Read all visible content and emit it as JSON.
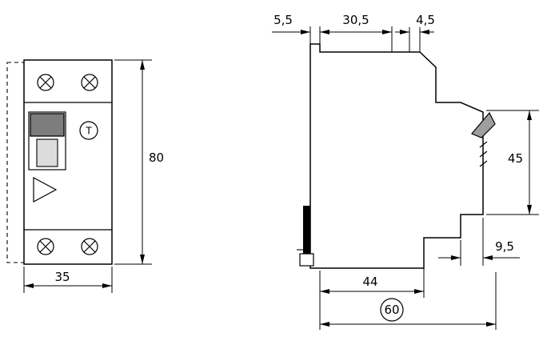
{
  "drawing": {
    "kind": "technical-dimension-drawing",
    "views": [
      "front-view",
      "side-view"
    ],
    "unit": "mm"
  },
  "labels": {
    "test_button": "T"
  },
  "dimensions": {
    "front": {
      "height": "80",
      "width": "35"
    },
    "side": {
      "top_back_lip": "5,5",
      "top_body_depth": "30,5",
      "top_front_rib": "4,5",
      "front_section_height": "45",
      "bottom_step": "9,5",
      "base_depth": "44",
      "overall_depth": "60"
    }
  },
  "colors": {
    "line": "#000000",
    "switch_handle": "#7d7d7d",
    "switch_slot": "#dcdcdc",
    "terminal_clamp": "#9e9e9e",
    "background": "#ffffff"
  }
}
